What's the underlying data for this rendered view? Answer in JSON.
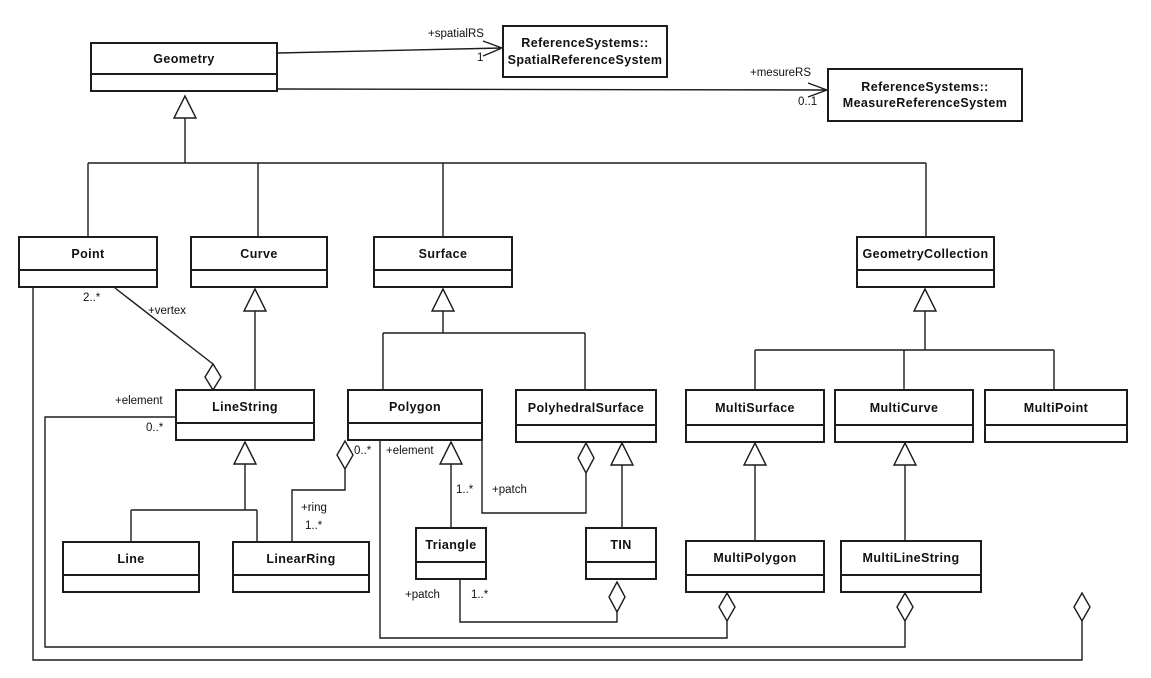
{
  "classes": {
    "geometry": {
      "name": "Geometry"
    },
    "spatial_reference_system": {
      "line1": "ReferenceSystems::",
      "line2": "SpatialReferenceSystem"
    },
    "measure_reference_system": {
      "line1": "ReferenceSystems::",
      "line2": "MeasureReferenceSystem"
    },
    "point": {
      "name": "Point"
    },
    "curve": {
      "name": "Curve"
    },
    "surface": {
      "name": "Surface"
    },
    "geometry_collection": {
      "name": "GeometryCollection"
    },
    "line_string": {
      "name": "LineString"
    },
    "polygon": {
      "name": "Polygon"
    },
    "polyhedral_surface": {
      "name": "PolyhedralSurface"
    },
    "multi_surface": {
      "name": "MultiSurface"
    },
    "multi_curve": {
      "name": "MultiCurve"
    },
    "multi_point": {
      "name": "MultiPoint"
    },
    "line": {
      "name": "Line"
    },
    "linear_ring": {
      "name": "LinearRing"
    },
    "triangle": {
      "name": "Triangle"
    },
    "tin": {
      "name": "TIN"
    },
    "multi_polygon": {
      "name": "MultiPolygon"
    },
    "multi_line_string": {
      "name": "MultiLineString"
    }
  },
  "associations": {
    "spatial_rs": {
      "role": "+spatialRS",
      "multiplicity": "1"
    },
    "mesure_rs": {
      "role": "+mesureRS",
      "multiplicity": "0..1"
    },
    "vertex": {
      "role": "+vertex",
      "multiplicity": "2..*"
    },
    "linestring_element": {
      "role": "+element",
      "multiplicity": "0..*"
    },
    "ring": {
      "role": "+ring",
      "multiplicity": "1..*"
    },
    "polygon_element": {
      "role": "+element",
      "multiplicity": "0..*"
    },
    "polygon_patch": {
      "role": "+patch",
      "multiplicity": "1..*"
    },
    "triangle_patch": {
      "role": "+patch",
      "multiplicity": "1..*"
    }
  },
  "colors": {
    "line": "#1c1c1c",
    "background": "#ffffff",
    "text": "#111111"
  }
}
